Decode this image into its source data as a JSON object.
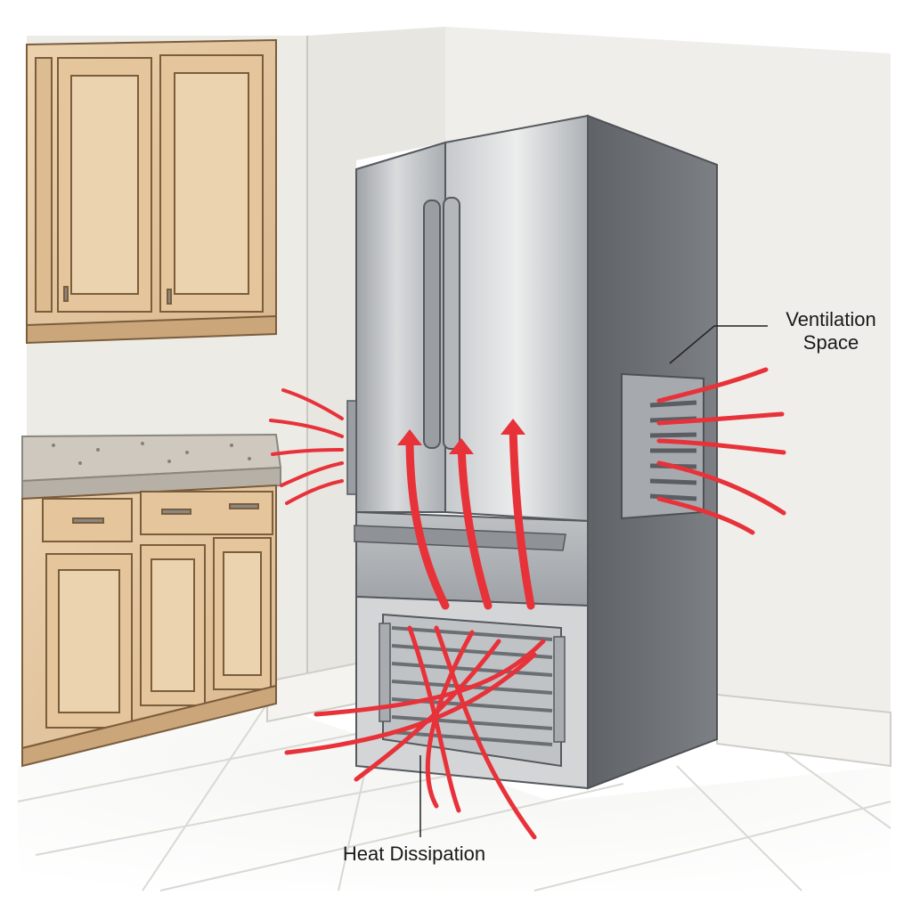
{
  "labels": {
    "ventilation_line1": "Ventilation",
    "ventilation_line2": "Space",
    "heat": "Heat Dissipation"
  },
  "colors": {
    "arrow": "#e8323a",
    "wall": "#ecebe6",
    "cabinet_wood": "#e6c9a2",
    "steel": "#b9bcc0",
    "steel_dark": "#6e7276",
    "countertop": "#c9c3bb",
    "floor_tile": "#ededeb"
  },
  "icons": {
    "arrow": "heat-flow-arrow-icon"
  }
}
